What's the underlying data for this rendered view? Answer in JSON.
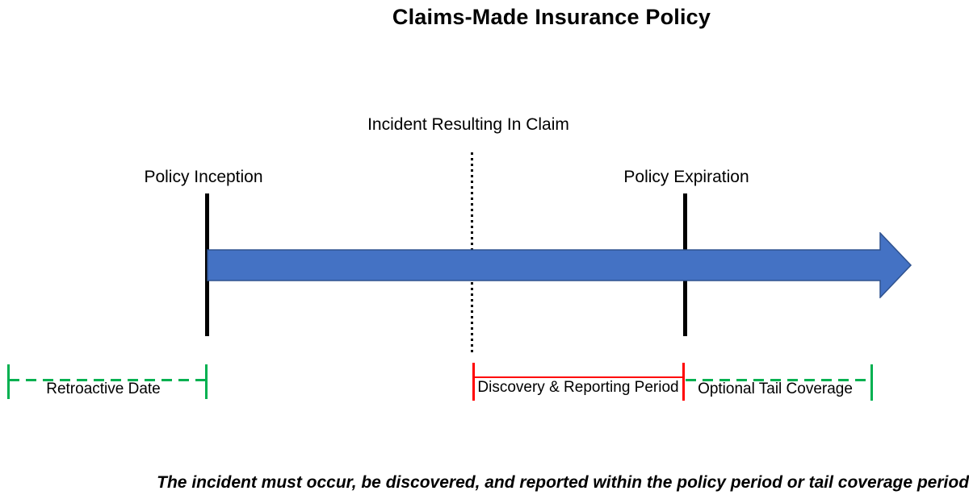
{
  "title": "Claims-Made Insurance Policy",
  "timeline": {
    "incident_label": "Incident Resulting In Claim",
    "inception_label": "Policy Inception",
    "expiration_label": "Policy Expiration"
  },
  "periods": {
    "retroactive_label": "Retroactive Date",
    "discovery_label": "Discovery & Reporting Period",
    "tail_label": "Optional Tail Coverage"
  },
  "footnote": "The incident must occur, be discovered, and reported within the policy period or tail coverage period.",
  "colors": {
    "arrow_fill": "#4472C4",
    "arrow_border": "#2F528F",
    "bracket_green": "#00B050",
    "bracket_red": "#FF0000",
    "line_black": "#000000"
  }
}
